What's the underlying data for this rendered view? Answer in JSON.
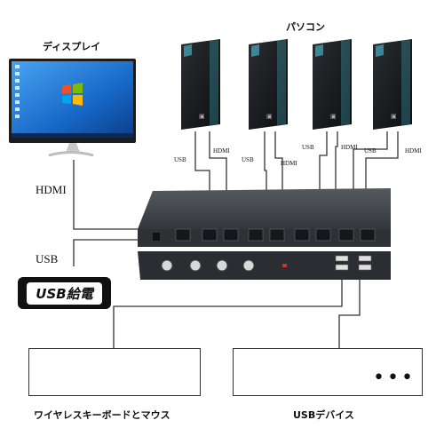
{
  "labels": {
    "display": "ディスプレイ",
    "pc": "パソコン",
    "hdmi_left": "HDMI",
    "usb_left": "USB",
    "usb_power": "USB給電",
    "keyboard_mouse": "ワイヤレスキーボードとマウス",
    "usb_devices": "USBデバイス",
    "pc_cables": [
      {
        "usb": "USB",
        "hdmi": "HDMI"
      },
      {
        "usb": "USB",
        "hdmi": "HDMI"
      },
      {
        "usb": "USB",
        "hdmi": "HDMI"
      },
      {
        "usb": "USB",
        "hdmi": "HDMI"
      }
    ]
  },
  "icons": {
    "monitor": "monitor-icon",
    "pc_tower": "pc-tower-icon",
    "keyboard": "keyboard-icon",
    "mouse": "mouse-icon",
    "scanner": "barcode-scanner-icon",
    "usb_stick": "usb-stick-icon",
    "printer": "printer-icon",
    "more": "more-dots-icon"
  },
  "colors": {
    "kvm_body": "#3b3f44",
    "cable": "#333333",
    "pc_glow": "#4fd6f0"
  }
}
